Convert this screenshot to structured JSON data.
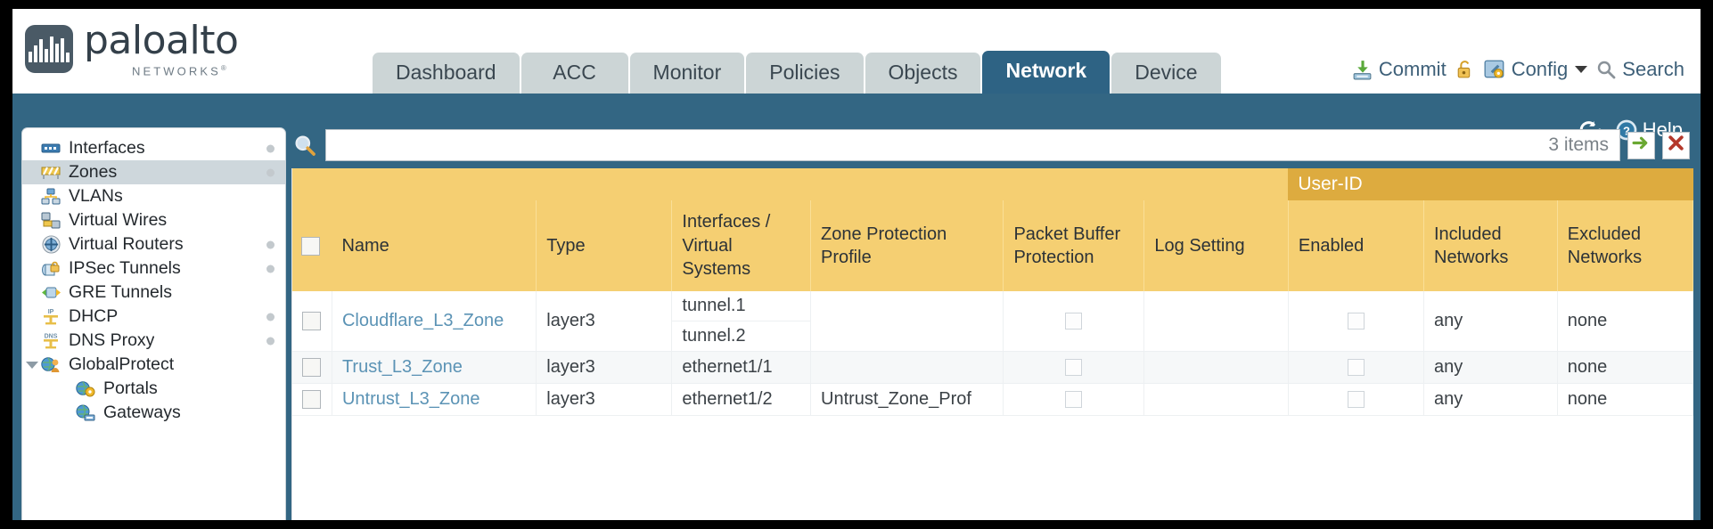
{
  "brand": {
    "name": "paloalto",
    "tagline": "NETWORKS",
    "registered": "®",
    "logo_icon": "paloalto-waveform-logo"
  },
  "nav": {
    "tabs": [
      {
        "label": "Dashboard",
        "active": false
      },
      {
        "label": "ACC",
        "active": false
      },
      {
        "label": "Monitor",
        "active": false
      },
      {
        "label": "Policies",
        "active": false
      },
      {
        "label": "Objects",
        "active": false
      },
      {
        "label": "Network",
        "active": true
      },
      {
        "label": "Device",
        "active": false
      }
    ]
  },
  "top_actions": {
    "commit": {
      "label": "Commit",
      "icon": "commit-save-icon"
    },
    "lock": {
      "label": "",
      "icon": "padlock-icon"
    },
    "config": {
      "label": "Config",
      "icon": "config-wrench-icon",
      "caret": "chevron-down-icon"
    },
    "search": {
      "label": "Search",
      "icon": "search-magnifier-icon"
    }
  },
  "blue_bar": {
    "refresh": {
      "label": "",
      "icon": "refresh-icon"
    },
    "help": {
      "label": "Help",
      "icon": "help-question-icon"
    }
  },
  "sidebar": {
    "items": [
      {
        "label": "Interfaces",
        "icon": "interfaces-icon",
        "selected": false,
        "dot": true,
        "child": false,
        "twisty": false
      },
      {
        "label": "Zones",
        "icon": "zones-barrier-icon",
        "selected": true,
        "dot": true,
        "child": false,
        "twisty": false
      },
      {
        "label": "VLANs",
        "icon": "vlans-network-icon",
        "selected": false,
        "dot": false,
        "child": false,
        "twisty": false
      },
      {
        "label": "Virtual Wires",
        "icon": "virtual-wires-icon",
        "selected": false,
        "dot": false,
        "child": false,
        "twisty": false
      },
      {
        "label": "Virtual Routers",
        "icon": "virtual-routers-icon",
        "selected": false,
        "dot": true,
        "child": false,
        "twisty": false
      },
      {
        "label": "IPSec Tunnels",
        "icon": "ipsec-tunnels-icon",
        "selected": false,
        "dot": true,
        "child": false,
        "twisty": false
      },
      {
        "label": "GRE Tunnels",
        "icon": "gre-tunnels-icon",
        "selected": false,
        "dot": false,
        "child": false,
        "twisty": false
      },
      {
        "label": "DHCP",
        "icon": "dhcp-icon",
        "selected": false,
        "dot": true,
        "child": false,
        "twisty": false
      },
      {
        "label": "DNS Proxy",
        "icon": "dns-proxy-icon",
        "selected": false,
        "dot": true,
        "child": false,
        "twisty": false
      },
      {
        "label": "GlobalProtect",
        "icon": "globalprotect-icon",
        "selected": false,
        "dot": false,
        "child": false,
        "twisty": true
      },
      {
        "label": "Portals",
        "icon": "portals-icon",
        "selected": false,
        "dot": false,
        "child": true,
        "twisty": false
      },
      {
        "label": "Gateways",
        "icon": "gateways-icon",
        "selected": false,
        "dot": false,
        "child": true,
        "twisty": false
      }
    ]
  },
  "search": {
    "placeholder": "",
    "value": "",
    "item_count": "3 items",
    "glass_icon": "search-magnifier-icon",
    "apply_icon": "apply-filter-arrow-icon",
    "clear_icon": "clear-filter-x-icon"
  },
  "table": {
    "group_header": {
      "label": "User-ID",
      "span": 3
    },
    "columns": [
      "Name",
      "Type",
      "Interfaces / Virtual Systems",
      "Zone Protection Profile",
      "Packet Buffer Protection",
      "Log Setting",
      "Enabled",
      "Included Networks",
      "Excluded Networks"
    ],
    "rows": [
      {
        "name": "Cloudflare_L3_Zone",
        "type": "layer3",
        "interfaces": [
          "tunnel.1",
          "tunnel.2"
        ],
        "zone_protection_profile": "",
        "packet_buffer_protection": false,
        "log_setting": "",
        "userid_enabled": false,
        "included_networks": "any",
        "excluded_networks": "none"
      },
      {
        "name": "Trust_L3_Zone",
        "type": "layer3",
        "interfaces": [
          "ethernet1/1"
        ],
        "zone_protection_profile": "",
        "packet_buffer_protection": false,
        "log_setting": "",
        "userid_enabled": false,
        "included_networks": "any",
        "excluded_networks": "none"
      },
      {
        "name": "Untrust_L3_Zone",
        "type": "layer3",
        "interfaces": [
          "ethernet1/2"
        ],
        "zone_protection_profile": "Untrust_Zone_Prof",
        "packet_buffer_protection": false,
        "log_setting": "",
        "userid_enabled": false,
        "included_networks": "any",
        "excluded_networks": "none"
      }
    ]
  },
  "colors": {
    "nav_active": "#2e6384",
    "nav_inactive": "#ccd5d6",
    "panel_blue": "#336683",
    "table_header": "#f5cf72",
    "group_header": "#ddab3f",
    "link": "#5b93b5"
  }
}
